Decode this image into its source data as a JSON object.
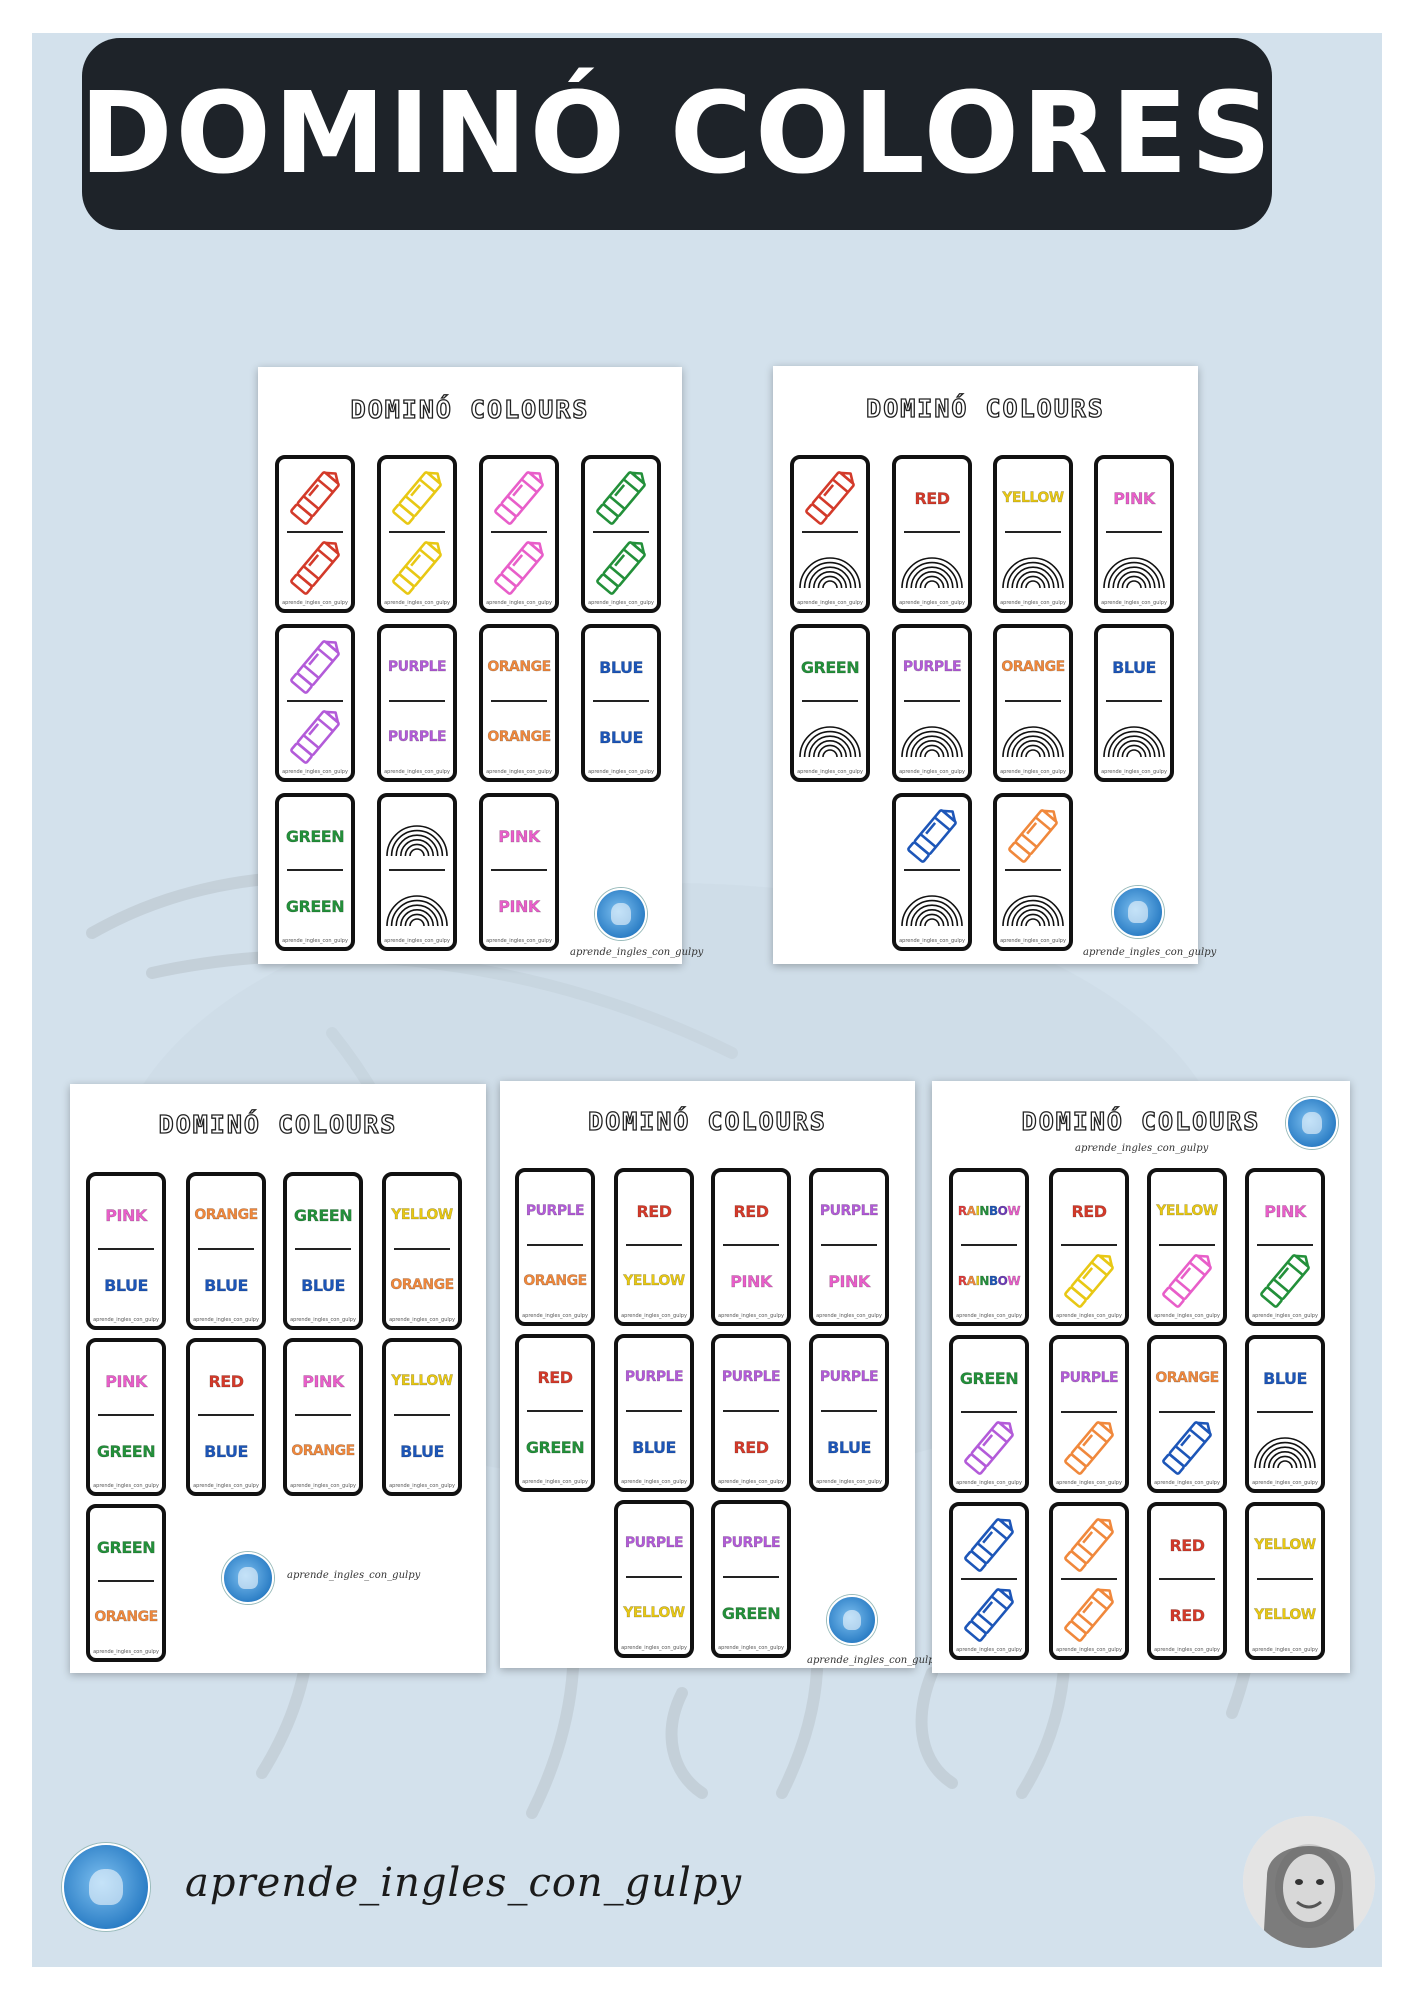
{
  "title": "DOMINÓ COLORES",
  "colors": {
    "background": "#d3e1ec",
    "title_box": "#1e2329",
    "RED": "#d33a2a",
    "YELLOW": "#e8c814",
    "PINK": "#e85ec9",
    "GREEN": "#23903a",
    "PURPLE": "#b35bd9",
    "ORANGE": "#f0883c",
    "BLUE": "#1d56b8"
  },
  "footer": {
    "handle": "aprende_ingles_con_gulpy"
  },
  "sheets": [
    {
      "title": "DOMINÓ COLOURS",
      "watermark": "aprende_ingles_con_gulpy",
      "tiles": [
        {
          "top": {
            "kind": "crayon",
            "color": "RED"
          },
          "bottom": {
            "kind": "crayon",
            "color": "RED"
          }
        },
        {
          "top": {
            "kind": "crayon",
            "color": "YELLOW"
          },
          "bottom": {
            "kind": "crayon",
            "color": "YELLOW"
          }
        },
        {
          "top": {
            "kind": "crayon",
            "color": "PINK"
          },
          "bottom": {
            "kind": "crayon",
            "color": "PINK"
          }
        },
        {
          "top": {
            "kind": "crayon",
            "color": "GREEN"
          },
          "bottom": {
            "kind": "crayon",
            "color": "GREEN"
          }
        },
        {
          "top": {
            "kind": "crayon",
            "color": "PURPLE"
          },
          "bottom": {
            "kind": "crayon",
            "color": "PURPLE"
          }
        },
        {
          "top": {
            "kind": "word",
            "text": "PURPLE"
          },
          "bottom": {
            "kind": "word",
            "text": "PURPLE"
          }
        },
        {
          "top": {
            "kind": "word",
            "text": "ORANGE"
          },
          "bottom": {
            "kind": "word",
            "text": "ORANGE"
          }
        },
        {
          "top": {
            "kind": "word",
            "text": "BLUE"
          },
          "bottom": {
            "kind": "word",
            "text": "BLUE"
          }
        },
        {
          "top": {
            "kind": "word",
            "text": "GREEN"
          },
          "bottom": {
            "kind": "word",
            "text": "GREEN"
          }
        },
        {
          "top": {
            "kind": "rainbow"
          },
          "bottom": {
            "kind": "rainbow"
          }
        },
        {
          "top": {
            "kind": "word",
            "text": "PINK"
          },
          "bottom": {
            "kind": "word",
            "text": "PINK"
          }
        }
      ]
    },
    {
      "title": "DOMINÓ COLOURS",
      "watermark": "aprende_ingles_con_gulpy",
      "tiles": [
        {
          "top": {
            "kind": "crayon",
            "color": "RED"
          },
          "bottom": {
            "kind": "rainbow"
          }
        },
        {
          "top": {
            "kind": "word",
            "text": "RED"
          },
          "bottom": {
            "kind": "rainbow"
          }
        },
        {
          "top": {
            "kind": "word",
            "text": "YELLOW"
          },
          "bottom": {
            "kind": "rainbow"
          }
        },
        {
          "top": {
            "kind": "word",
            "text": "PINK"
          },
          "bottom": {
            "kind": "rainbow"
          }
        },
        {
          "top": {
            "kind": "word",
            "text": "GREEN"
          },
          "bottom": {
            "kind": "rainbow"
          }
        },
        {
          "top": {
            "kind": "word",
            "text": "PURPLE"
          },
          "bottom": {
            "kind": "rainbow"
          }
        },
        {
          "top": {
            "kind": "word",
            "text": "ORANGE"
          },
          "bottom": {
            "kind": "rainbow"
          }
        },
        {
          "top": {
            "kind": "word",
            "text": "BLUE"
          },
          "bottom": {
            "kind": "rainbow"
          }
        },
        {
          "top": {
            "kind": "crayon",
            "color": "BLUE"
          },
          "bottom": {
            "kind": "rainbow"
          }
        },
        {
          "top": {
            "kind": "crayon",
            "color": "ORANGE"
          },
          "bottom": {
            "kind": "rainbow"
          }
        }
      ]
    },
    {
      "title": "DOMINÓ COLOURS",
      "watermark": "aprende_ingles_con_gulpy",
      "tiles": [
        {
          "top": {
            "kind": "word",
            "text": "PINK"
          },
          "bottom": {
            "kind": "word",
            "text": "BLUE"
          }
        },
        {
          "top": {
            "kind": "word",
            "text": "ORANGE"
          },
          "bottom": {
            "kind": "word",
            "text": "BLUE"
          }
        },
        {
          "top": {
            "kind": "word",
            "text": "GREEN"
          },
          "bottom": {
            "kind": "word",
            "text": "BLUE"
          }
        },
        {
          "top": {
            "kind": "word",
            "text": "YELLOW"
          },
          "bottom": {
            "kind": "word",
            "text": "ORANGE"
          }
        },
        {
          "top": {
            "kind": "word",
            "text": "PINK"
          },
          "bottom": {
            "kind": "word",
            "text": "GREEN"
          }
        },
        {
          "top": {
            "kind": "word",
            "text": "RED"
          },
          "bottom": {
            "kind": "word",
            "text": "BLUE"
          }
        },
        {
          "top": {
            "kind": "word",
            "text": "PINK"
          },
          "bottom": {
            "kind": "word",
            "text": "ORANGE"
          }
        },
        {
          "top": {
            "kind": "word",
            "text": "YELLOW"
          },
          "bottom": {
            "kind": "word",
            "text": "BLUE"
          }
        },
        {
          "top": {
            "kind": "word",
            "text": "GREEN"
          },
          "bottom": {
            "kind": "word",
            "text": "ORANGE"
          }
        }
      ]
    },
    {
      "title": "DOMINÓ COLOURS",
      "watermark": "aprende_ingles_con_gulpy",
      "tiles": [
        {
          "top": {
            "kind": "word",
            "text": "PURPLE"
          },
          "bottom": {
            "kind": "word",
            "text": "ORANGE"
          }
        },
        {
          "top": {
            "kind": "word",
            "text": "RED"
          },
          "bottom": {
            "kind": "word",
            "text": "YELLOW"
          }
        },
        {
          "top": {
            "kind": "word",
            "text": "RED"
          },
          "bottom": {
            "kind": "word",
            "text": "PINK"
          }
        },
        {
          "top": {
            "kind": "word",
            "text": "PURPLE"
          },
          "bottom": {
            "kind": "word",
            "text": "PINK"
          }
        },
        {
          "top": {
            "kind": "word",
            "text": "RED"
          },
          "bottom": {
            "kind": "word",
            "text": "GREEN"
          }
        },
        {
          "top": {
            "kind": "word",
            "text": "PURPLE"
          },
          "bottom": {
            "kind": "word",
            "text": "BLUE"
          }
        },
        {
          "top": {
            "kind": "word",
            "text": "PURPLE"
          },
          "bottom": {
            "kind": "word",
            "text": "RED"
          }
        },
        {
          "top": {
            "kind": "word",
            "text": "PURPLE"
          },
          "bottom": {
            "kind": "word",
            "text": "BLUE"
          }
        },
        {
          "top": {
            "kind": "word",
            "text": "PURPLE"
          },
          "bottom": {
            "kind": "word",
            "text": "YELLOW"
          }
        },
        {
          "top": {
            "kind": "word",
            "text": "PURPLE"
          },
          "bottom": {
            "kind": "word",
            "text": "GREEN"
          }
        }
      ]
    },
    {
      "title": "DOMINÓ COLOURS",
      "watermark": "aprende_ingles_con_gulpy",
      "tiles": [
        {
          "top": {
            "kind": "rainbowword",
            "text": "RAINBOW"
          },
          "bottom": {
            "kind": "rainbowword",
            "text": "RAINBOW"
          }
        },
        {
          "top": {
            "kind": "word",
            "text": "RED"
          },
          "bottom": {
            "kind": "crayon",
            "color": "YELLOW"
          }
        },
        {
          "top": {
            "kind": "word",
            "text": "YELLOW"
          },
          "bottom": {
            "kind": "crayon",
            "color": "PINK"
          }
        },
        {
          "top": {
            "kind": "word",
            "text": "PINK"
          },
          "bottom": {
            "kind": "crayon",
            "color": "GREEN"
          }
        },
        {
          "top": {
            "kind": "word",
            "text": "GREEN"
          },
          "bottom": {
            "kind": "crayon",
            "color": "PURPLE"
          }
        },
        {
          "top": {
            "kind": "word",
            "text": "PURPLE"
          },
          "bottom": {
            "kind": "crayon",
            "color": "ORANGE"
          }
        },
        {
          "top": {
            "kind": "word",
            "text": "ORANGE"
          },
          "bottom": {
            "kind": "crayon",
            "color": "BLUE"
          }
        },
        {
          "top": {
            "kind": "word",
            "text": "BLUE"
          },
          "bottom": {
            "kind": "rainbow"
          }
        },
        {
          "top": {
            "kind": "crayon",
            "color": "BLUE"
          },
          "bottom": {
            "kind": "crayon",
            "color": "BLUE"
          }
        },
        {
          "top": {
            "kind": "crayon",
            "color": "ORANGE"
          },
          "bottom": {
            "kind": "crayon",
            "color": "ORANGE"
          }
        },
        {
          "top": {
            "kind": "word",
            "text": "RED"
          },
          "bottom": {
            "kind": "word",
            "text": "RED"
          }
        },
        {
          "top": {
            "kind": "word",
            "text": "YELLOW"
          },
          "bottom": {
            "kind": "word",
            "text": "YELLOW"
          }
        }
      ]
    }
  ]
}
